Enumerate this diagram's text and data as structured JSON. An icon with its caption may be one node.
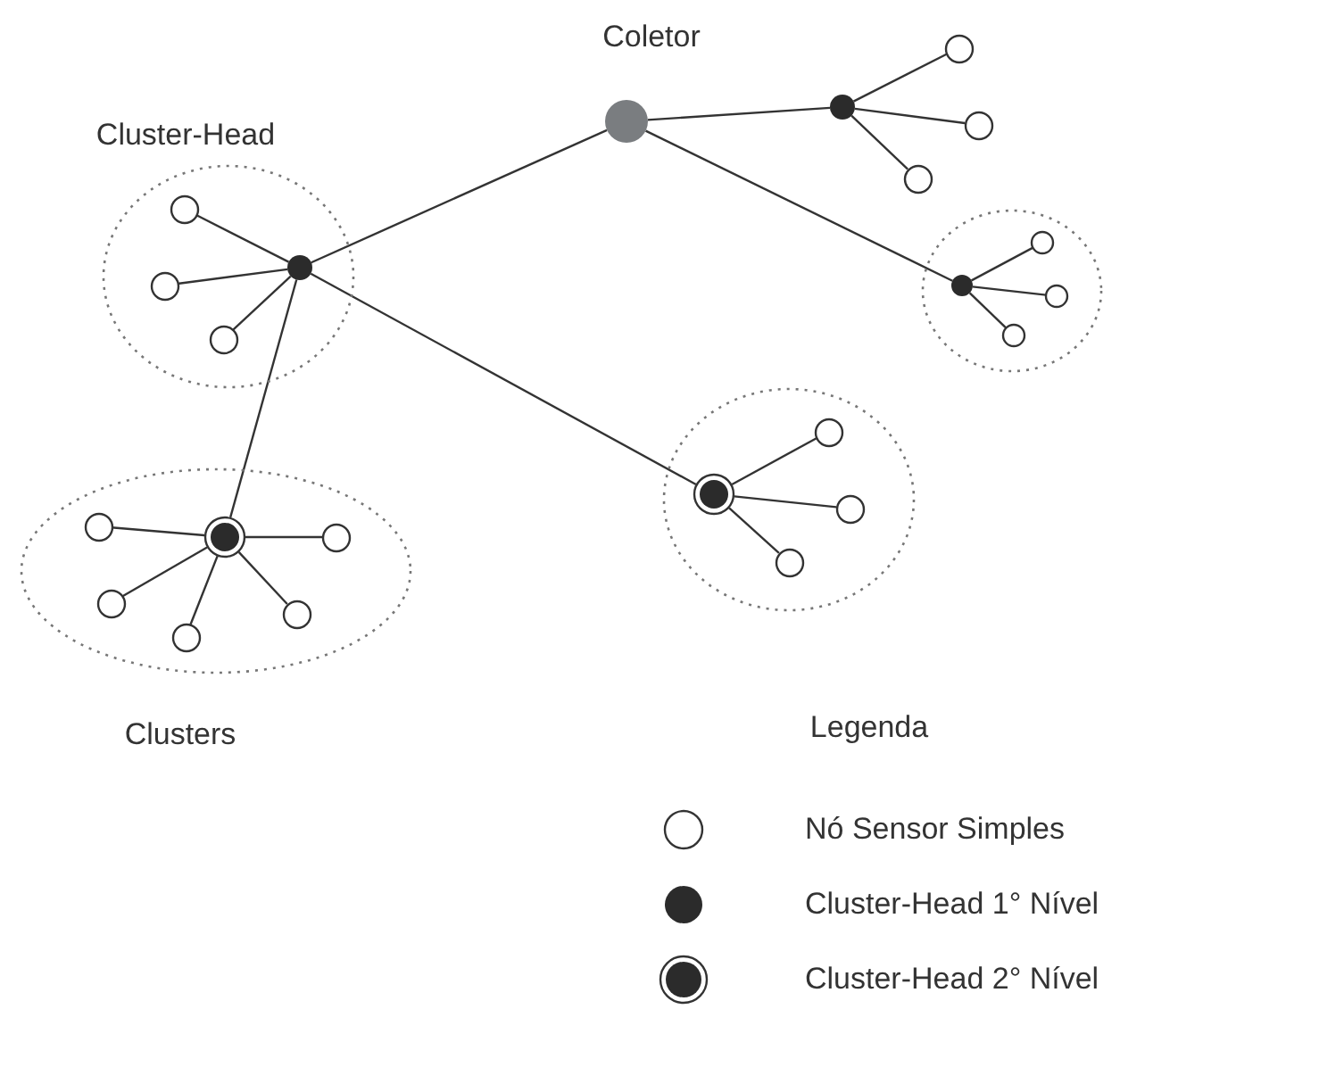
{
  "diagram": {
    "nodes": [
      {
        "text": [],
        "shape": "dot",
        "beside": [
          "Coletor"
        ]
      },
      {
        "text": [],
        "shape": "dot"
      },
      {
        "text": [],
        "shape": "circle"
      },
      {
        "text": [],
        "shape": "circle"
      },
      {
        "text": [],
        "shape": "circle"
      },
      {
        "text": [],
        "shape": "ellipse"
      },
      {
        "text": [],
        "shape": "dot",
        "in": 5
      },
      {
        "text": [],
        "shape": "circle",
        "in": 5
      },
      {
        "text": [],
        "shape": "circle",
        "in": 5
      },
      {
        "text": [],
        "shape": "circle",
        "in": 5
      },
      {
        "text": [],
        "shape": "ellipse"
      },
      {
        "text": [],
        "shape": "dot",
        "in": 10
      },
      {
        "text": [],
        "shape": "circle",
        "in": 10
      },
      {
        "text": [],
        "shape": "circle",
        "in": 10
      },
      {
        "text": [],
        "shape": "circle",
        "in": 10
      },
      {
        "text": [],
        "shape": "ellipse"
      },
      {
        "text": [],
        "shape": "ring",
        "in": 15
      },
      {
        "text": [],
        "shape": "circle",
        "in": 15
      },
      {
        "text": [],
        "shape": "circle",
        "in": 15
      },
      {
        "text": [],
        "shape": "circle",
        "in": 15
      },
      {
        "text": [],
        "shape": "ellipse"
      },
      {
        "text": [],
        "shape": "ring",
        "in": 20
      },
      {
        "text": [],
        "shape": "circle",
        "in": 20
      },
      {
        "text": [],
        "shape": "circle",
        "in": 20
      },
      {
        "text": [],
        "shape": "circle",
        "in": 20
      },
      {
        "text": [],
        "shape": "circle",
        "in": 20
      },
      {
        "text": [],
        "shape": "circle",
        "in": 20
      }
    ],
    "edges": [
      {
        "from": 0,
        "to": 1,
        "arrow": "none"
      },
      {
        "from": 1,
        "to": 2,
        "arrow": "none"
      },
      {
        "from": 1,
        "to": 3,
        "arrow": "none"
      },
      {
        "from": 1,
        "to": 4,
        "arrow": "none"
      },
      {
        "from": 0,
        "to": 6,
        "arrow": "none"
      },
      {
        "from": 0,
        "to": 11,
        "arrow": "none"
      },
      {
        "from": 6,
        "to": 7,
        "arrow": "none"
      },
      {
        "from": 6,
        "to": 8,
        "arrow": "none"
      },
      {
        "from": 6,
        "to": 9,
        "arrow": "none"
      },
      {
        "from": 6,
        "to": 16,
        "arrow": "none"
      },
      {
        "from": 6,
        "to": 21,
        "arrow": "none"
      },
      {
        "from": 11,
        "to": 12,
        "arrow": "none"
      },
      {
        "from": 11,
        "to": 13,
        "arrow": "none"
      },
      {
        "from": 11,
        "to": 14,
        "arrow": "none"
      },
      {
        "from": 16,
        "to": 17,
        "arrow": "none"
      },
      {
        "from": 16,
        "to": 18,
        "arrow": "none"
      },
      {
        "from": 16,
        "to": 19,
        "arrow": "none"
      },
      {
        "from": 21,
        "to": 22,
        "arrow": "none"
      },
      {
        "from": 21,
        "to": 23,
        "arrow": "none"
      },
      {
        "from": 21,
        "to": 24,
        "arrow": "none"
      },
      {
        "from": 21,
        "to": 25,
        "arrow": "none"
      },
      {
        "from": 21,
        "to": 26,
        "arrow": "none"
      }
    ],
    "labels": [
      "Cluster-Head",
      "Clusters",
      "Legenda"
    ],
    "legend": [
      {
        "text": "Nó Sensor Simples"
      },
      {
        "text": "Cluster-Head 1° Nível"
      },
      {
        "text": "Cluster-Head 2° Nível"
      }
    ]
  }
}
